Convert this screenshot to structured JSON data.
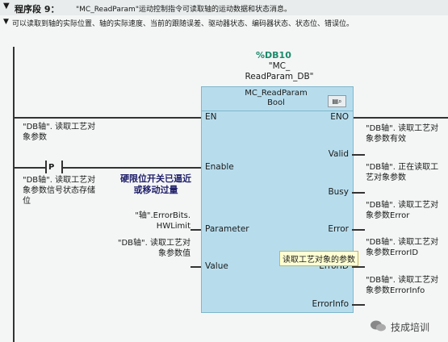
{
  "header": {
    "segment_title": "程序段 9：",
    "segment_desc": "\"MC_ReadParam\"运动控制指令可读取轴的运动数据和状态消息。"
  },
  "comment": "可以读取到轴的实际位置、轴的实际速度、当前的跟随误差、驱动器状态、编码器状态、状态位、错误位。",
  "block": {
    "db_id": "%DB10",
    "db_name": "\"MC_ ReadParam_DB\"",
    "title": "MC_ReadParam Bool",
    "inputs": {
      "en": "EN",
      "enable": "Enable",
      "parameter": "Parameter",
      "value": "Value"
    },
    "outputs": {
      "eno": "ENO",
      "valid": "Valid",
      "busy": "Busy",
      "error": "Error",
      "errorid": "ErrorID",
      "errorinfo": "ErrorInfo"
    }
  },
  "contact": {
    "type": "P",
    "operand": "\"DB轴\". 读取工艺对象参数",
    "edge_memory": "\"DB轴\". 读取工艺对象参数信号状态存储位"
  },
  "annotation": "硬限位开关已逼近或移动过量",
  "params": {
    "parameter": "\"轴\".ErrorBits. HWLimit",
    "value": "\"DB轴\". 读取工艺对象参数值"
  },
  "out_labels": {
    "valid": "\"DB轴\". 读取工艺对象参数有效",
    "busy": "\"DB轴\". 正在读取工艺对象参数",
    "error": "\"DB轴\". 读取工艺对象参数Error",
    "errorid": "\"DB轴\". 读取工艺对象参数ErrorID",
    "errorinfo": "\"DB轴\". 读取工艺对象参数ErrorInfo"
  },
  "tooltip": "读取工艺对象的参数",
  "watermark": "技成培训",
  "colors": {
    "block_fill": "#b7dded",
    "db_id": "#1b8a6a",
    "tooltip_bg": "#ffffd2"
  }
}
